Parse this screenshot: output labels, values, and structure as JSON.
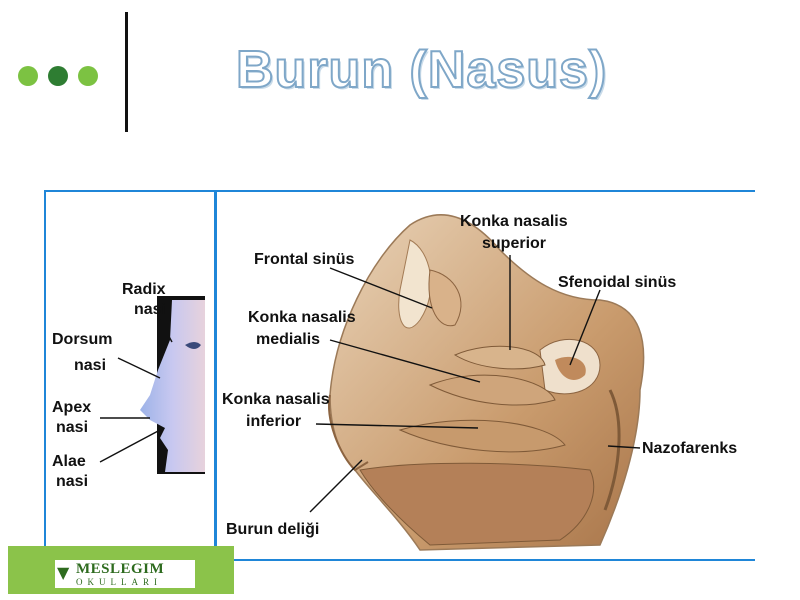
{
  "slide": {
    "title": "Burun (Nasus)",
    "dots": [
      "#7cc242",
      "#2e7d32",
      "#7cc242"
    ]
  },
  "diagram": {
    "labels": {
      "radix_nasi": [
        "Radix",
        "nasi"
      ],
      "dorsum_nasi": [
        "Dorsum",
        "nasi"
      ],
      "apex_nasi": [
        "Apex",
        "nasi"
      ],
      "alae_nasi": [
        "Alae",
        "nasi"
      ],
      "frontal_sinus": "Frontal sinüs",
      "konka_superior": [
        "Konka nasalis",
        "superior"
      ],
      "sfenoidal_sinus": "Sfenoidal sinüs",
      "konka_medialis": [
        "Konka nasalis",
        "medialis"
      ],
      "konka_inferior": [
        "Konka nasalis",
        "inferior"
      ],
      "nazofarenks": "Nazofarenks",
      "burun_deligi": "Burun deliği"
    }
  },
  "logo": {
    "name": "MESLEGIM",
    "sub": "OKULLARI"
  }
}
